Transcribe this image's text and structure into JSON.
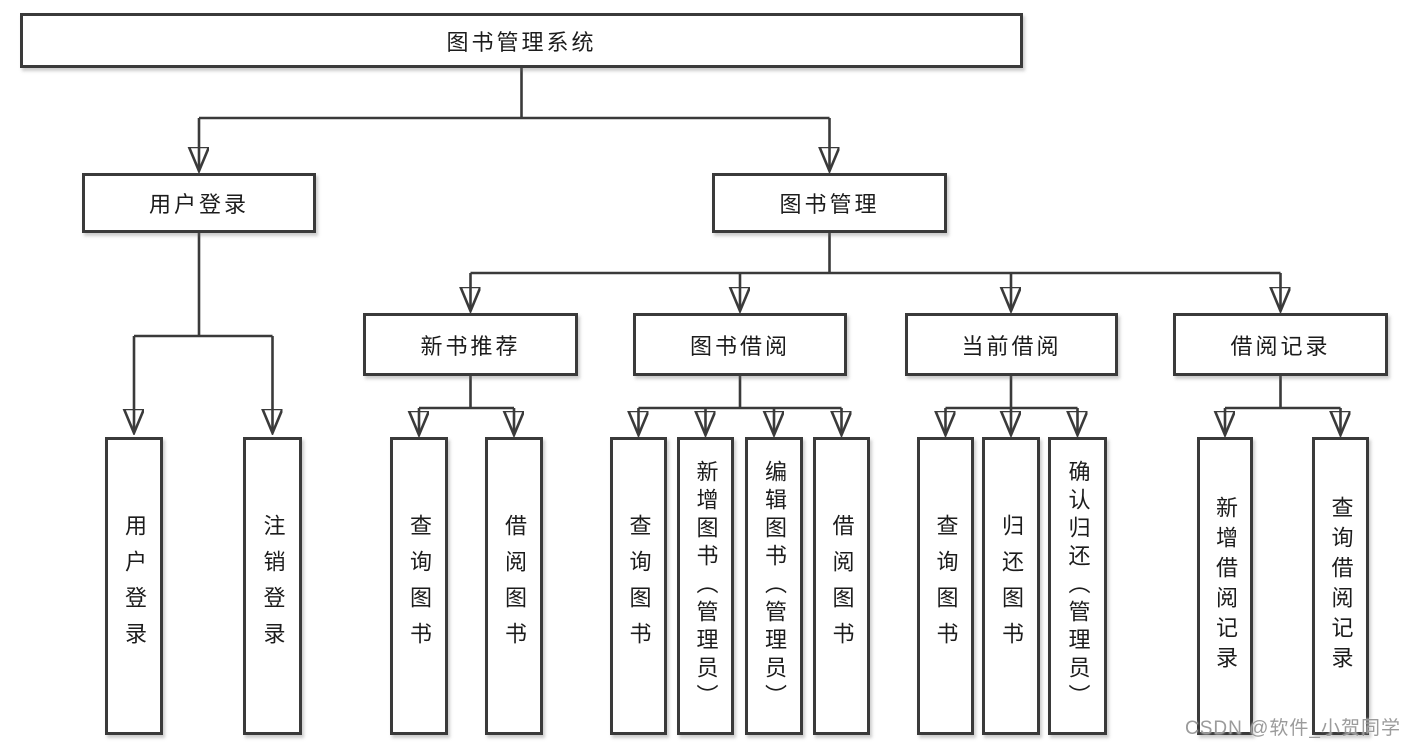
{
  "tree": {
    "label": "图书管理系统",
    "children": [
      {
        "label": "用户登录",
        "children": [
          {
            "label": "用户登录"
          },
          {
            "label": "注销登录"
          }
        ]
      },
      {
        "label": "图书管理",
        "children": [
          {
            "label": "新书推荐",
            "children": [
              {
                "label": "查询图书"
              },
              {
                "label": "借阅图书"
              }
            ]
          },
          {
            "label": "图书借阅",
            "children": [
              {
                "label": "查询图书"
              },
              {
                "label": "新增图书（管理员）"
              },
              {
                "label": "编辑图书（管理员）"
              },
              {
                "label": "借阅图书"
              }
            ]
          },
          {
            "label": "当前借阅",
            "children": [
              {
                "label": "查询图书"
              },
              {
                "label": "归还图书"
              },
              {
                "label": "确认归还（管理员）"
              }
            ]
          },
          {
            "label": "借阅记录",
            "children": [
              {
                "label": "新增借阅记录"
              },
              {
                "label": "查询借阅记录"
              }
            ]
          }
        ]
      }
    ]
  },
  "watermark": {
    "text": "CSDN @软件_小贺同学"
  },
  "colors": {
    "background": "#ffffff",
    "line": "#3a3a3a",
    "box_border": "#3a3a3a",
    "text": "#1c1c1c",
    "watermark": "#9b9b9b"
  }
}
